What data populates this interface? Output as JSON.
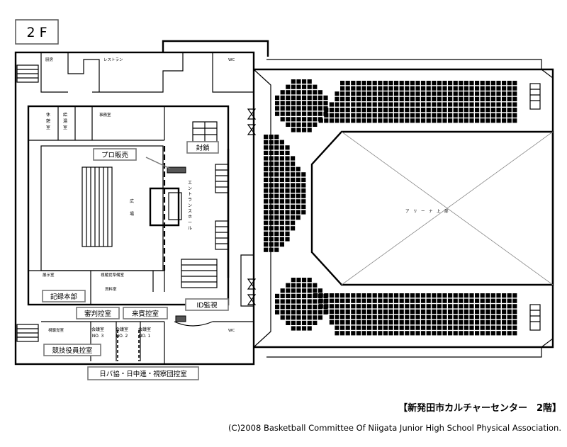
{
  "floor_label": "2 F",
  "title": "【新発田市カルチャーセンター　2階】",
  "credit": "(C)2008 Basketball Committee Of Niigata Junior High School Physical Association.",
  "rooms": {
    "kitchen": "厨房",
    "restaurant": "レストラン",
    "wc_top": "WC",
    "wc_bottom": "WC",
    "rest_room": "休\n憩\n室",
    "kyuto_room": "給\n湯\n室",
    "office": "事務室",
    "plaza": "広\n場",
    "entrance_hall": "エントランスホール",
    "exhibit": "展示室",
    "av_prep": "視聴覚準備室",
    "archive": "資料室",
    "av_room": "視聴覚室",
    "meeting3": "会議室\nNO. 3",
    "meeting2": "会議室\nNO. 2",
    "meeting1": "会議室\nNO. 1",
    "arena_upper": "ア　リ　ー　ナ　上　部"
  },
  "callouts": {
    "pro_sales": "プロ販売",
    "sealed": "封鎖",
    "record_hq": "記録本部",
    "referee_room": "審判控室",
    "guest_room": "来賓控室",
    "id_check": "ID監視",
    "officials_room": "競技役員控室",
    "federation_room": "日バ協・日中連・視察団控室"
  }
}
